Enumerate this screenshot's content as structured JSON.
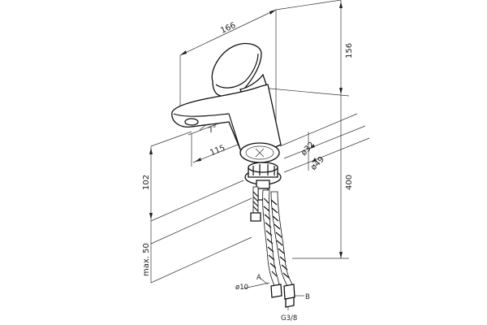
{
  "drawing": {
    "dimensions": {
      "width_total": "166",
      "height_top": "156",
      "spout_angle": "7°",
      "spout_reach": "115",
      "diameter_inner": "ø32",
      "diameter_outer": "ø49",
      "spout_height": "102",
      "total_height": "400",
      "max_thickness": "max. 50",
      "hose_diameter": "ø10",
      "connection_thread": "G3/8"
    },
    "labels": {
      "point_a": "A",
      "point_b": "B"
    }
  }
}
